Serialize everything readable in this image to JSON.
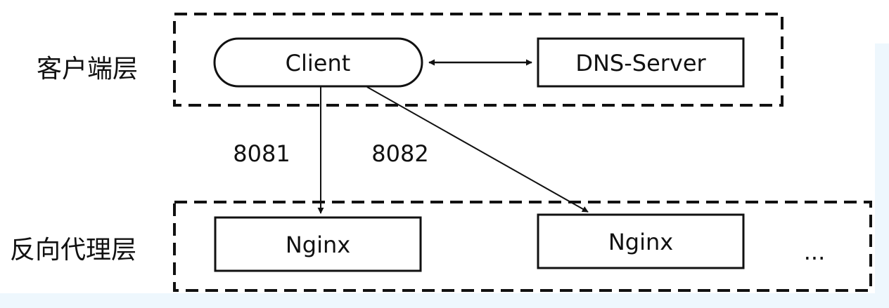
{
  "layers": {
    "client_layer": {
      "label": "客户端层"
    },
    "proxy_layer": {
      "label": "反向代理层"
    }
  },
  "nodes": {
    "client": {
      "label": "Client"
    },
    "dns_server": {
      "label": "DNS-Server"
    },
    "nginx_1": {
      "label": "Nginx"
    },
    "nginx_2": {
      "label": "Nginx"
    },
    "ellipsis": {
      "label": "..."
    }
  },
  "edges": {
    "client_to_nginx_1": {
      "label": "8081"
    },
    "client_to_nginx_2": {
      "label": "8082"
    }
  },
  "colors": {
    "line": "#111111",
    "background_panel": "#eef7fd"
  }
}
